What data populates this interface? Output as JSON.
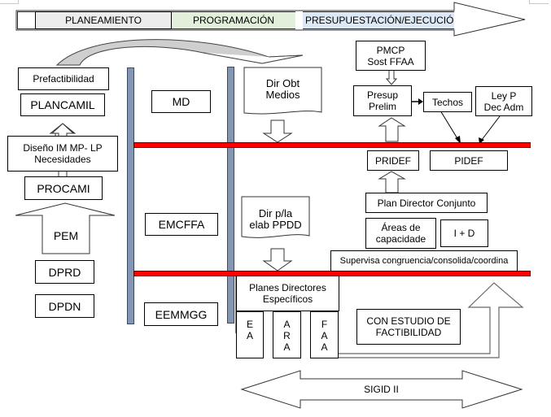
{
  "colors": {
    "phase_planning_bg": "#ececec",
    "phase_programming_bg": "#e2efda",
    "phase_budget_bg": "#dde8f6",
    "red_bar": "#ff0000",
    "column_bar": "#8496b0"
  },
  "header": {
    "phases": [
      {
        "label": "PLANEAMIENTO"
      },
      {
        "label": "PROGRAMACIÓN"
      },
      {
        "label": "PRESUPUESTACIÓN/EJECUCIÓN"
      }
    ]
  },
  "left_column": {
    "prefactibilidad": "Prefactibilidad",
    "plancamil": "PLANCAMIL",
    "diseno": "Diseño IM MP- LP\nNecesidades",
    "procami": "PROCAMI",
    "pem": "PEM",
    "dprd": "DPRD",
    "dpdn": "DPDN"
  },
  "levels": {
    "md": "MD",
    "emcffa": "EMCFFA",
    "eemmgg": "EEMMGG"
  },
  "documents": {
    "dir_obt_medios": "Dir Obt\nMedios",
    "dir_pla_elab": "Dir p/la\nelab PPDD"
  },
  "budget": {
    "pmcp": "PMCP\nSost FFAA",
    "presup_prelim": "Presup\nPrelim",
    "techos": "Techos",
    "ley_p": "Ley P\nDec Adm",
    "pridef": "PRIDEF",
    "pidef": "PIDEF"
  },
  "programming": {
    "plan_director_conjunto": "Plan Director Conjunto",
    "areas_capacidad": "Áreas de\ncapacidade",
    "i_d": "I + D",
    "supervisa": "Supervisa congruencia/consolida/coordina",
    "planes_especificos": "Planes Directores\nEspecíficos",
    "branches": [
      {
        "label": "E\nA"
      },
      {
        "label": "A\nR\nA"
      },
      {
        "label": "F\nA\nA"
      }
    ],
    "estudio_factibilidad": "CON ESTUDIO DE\nFACTIBILIDAD"
  },
  "footer": {
    "sigid": "SIGID II"
  }
}
